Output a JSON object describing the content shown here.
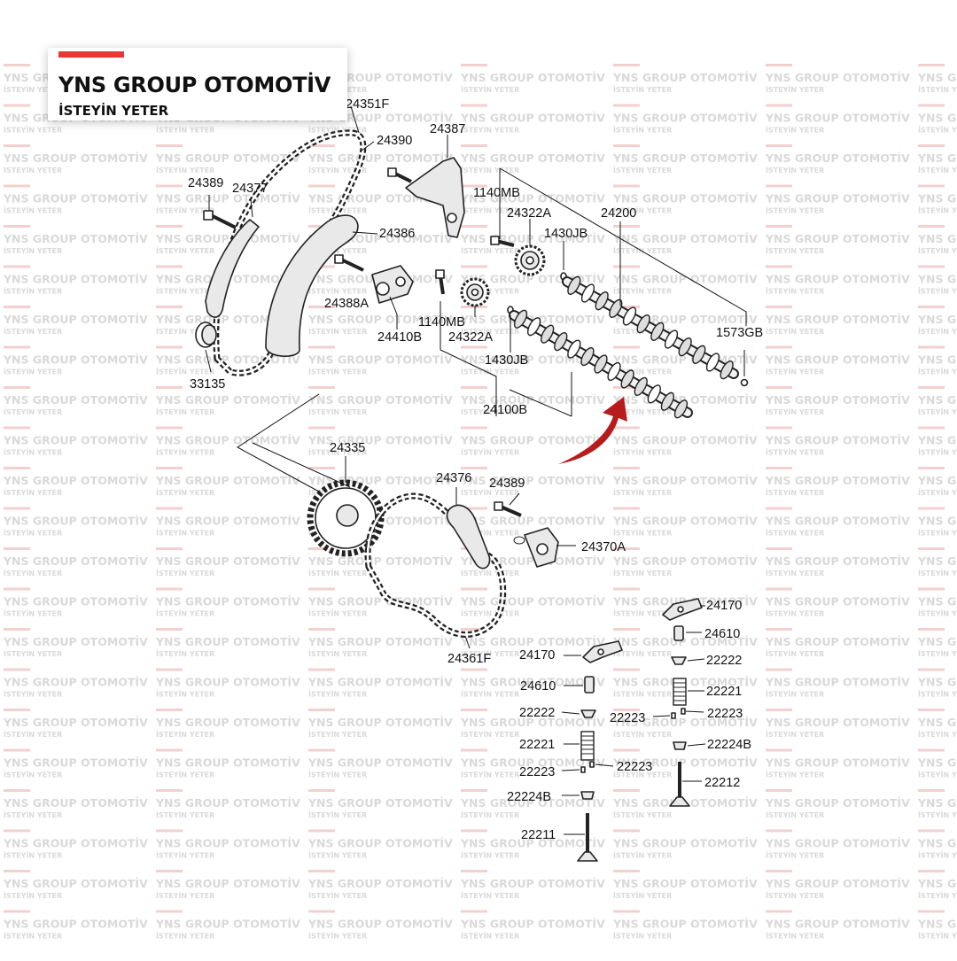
{
  "brand": {
    "name": "YNS GROUP OTOMOTİV",
    "slogan": "İSTEYİN YETER",
    "accent_color": "#e53935"
  },
  "watermark": {
    "name": "YNS GROUP OTOMOTİV",
    "slogan": "İSTEYİN YETER"
  },
  "arrow_color": "#b71c1c",
  "labels": {
    "p24351F": "24351F",
    "p24390": "24390",
    "p24387": "24387",
    "p24389a": "24389",
    "p24377": "24377",
    "p1140MBa": "1140MB",
    "p24322Aa": "24322A",
    "p24200": "24200",
    "p24386": "24386",
    "p1430JBa": "1430JB",
    "p24388A": "24388A",
    "p1140MBb": "1140MB",
    "p24410B": "24410B",
    "p24322Ab": "24322A",
    "p1573GB": "1573GB",
    "p1430JBb": "1430JB",
    "p33135": "33135",
    "p24100B": "24100B",
    "p24335": "24335",
    "p24376": "24376",
    "p24389b": "24389",
    "p24370A": "24370A",
    "p24170a": "24170",
    "p24610a": "24610",
    "p24361F": "24361F",
    "p24170b": "24170",
    "p22222a": "22222",
    "p24610b": "24610",
    "p22221a": "22221",
    "p22222b": "22222",
    "p22223a": "22223",
    "p22223b": "22223",
    "p22221b": "22221",
    "p22224Ba": "22224B",
    "p22223c": "22223",
    "p22223d": "22223",
    "p22212": "22212",
    "p22224Bb": "22224B",
    "p22211": "22211"
  }
}
